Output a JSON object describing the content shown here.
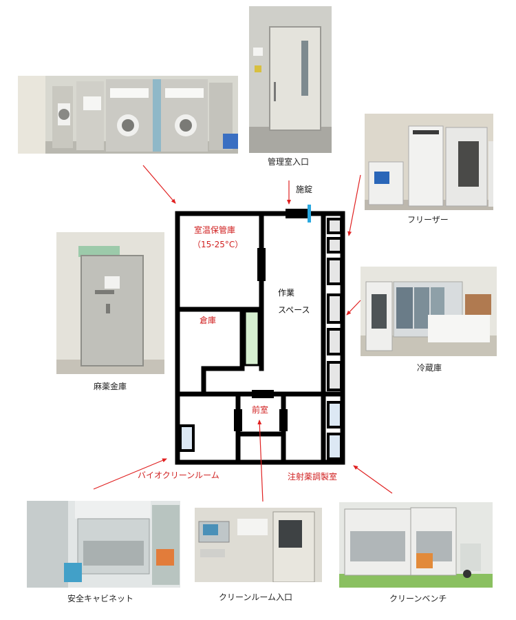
{
  "captions": {
    "office_entrance": "管理室入口",
    "freezer": "フリーザー",
    "narcotics_safe": "麻薬金庫",
    "refrigerator": "冷蔵庫",
    "safety_cabinet": "安全キャビネット",
    "cleanroom_entrance": "クリーンルーム入口",
    "clean_bench": "クリーンベンチ"
  },
  "plan_labels": {
    "room_temp_storage": "室温保管庫",
    "temp_range": "（15-25°C）",
    "work_space_line1": "作業",
    "work_space_line2": "スペース",
    "warehouse": "倉庫",
    "anteroom": "前室",
    "lock": "施錠",
    "bio_cleanroom": "バイオクリーンルーム",
    "injection_prep_room": "注射薬調製室"
  },
  "colors": {
    "label_red": "#d02020",
    "arrow_red": "#e02020",
    "wall": "#000000",
    "storage_gray": "#e6e6e6",
    "cabinet_blue": "#dce8f4",
    "shelf_green": "#d6efd0",
    "lock_blue": "#29a8e0"
  }
}
